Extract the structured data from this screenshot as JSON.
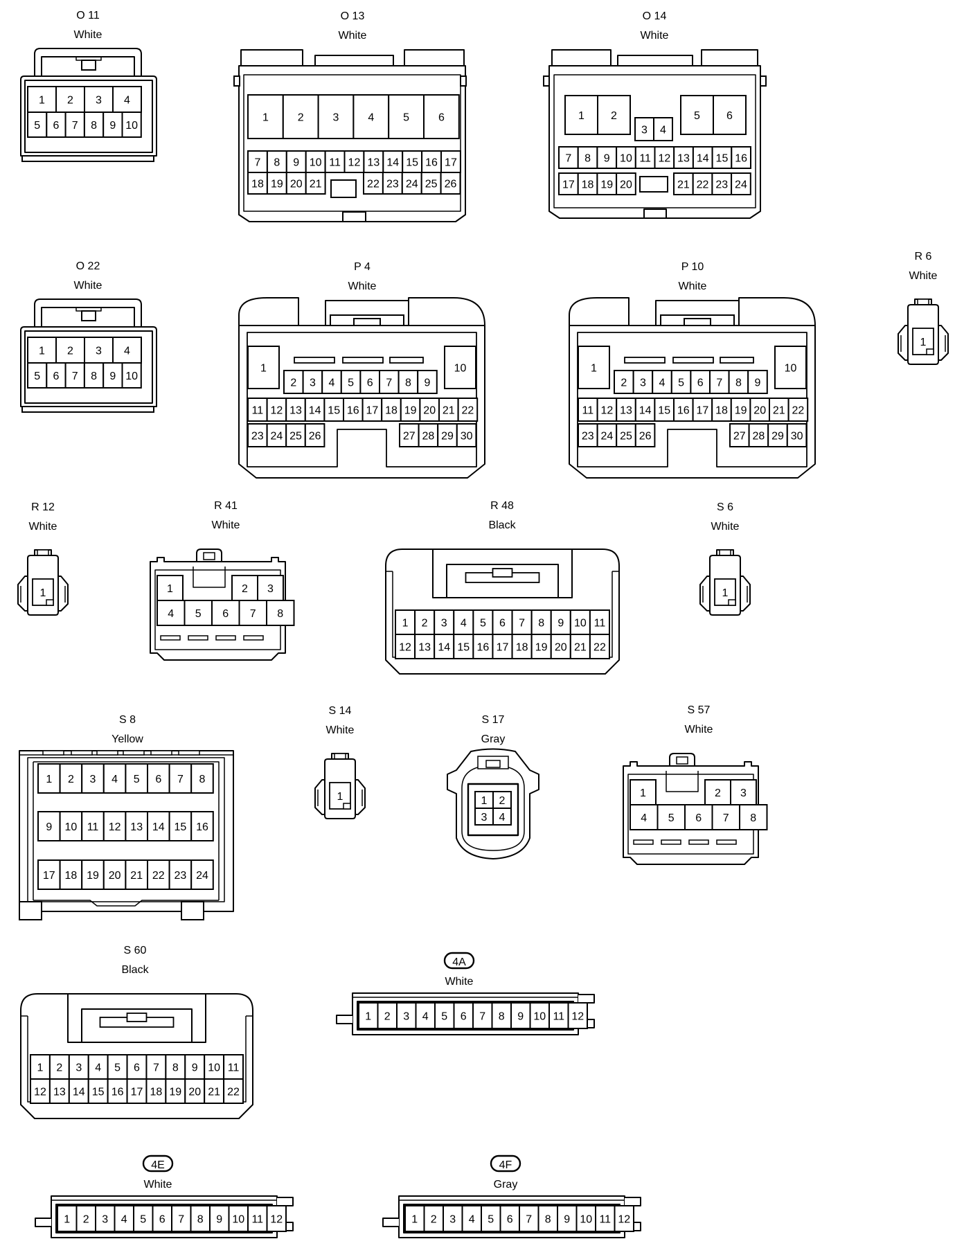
{
  "connectors": [
    {
      "name": "O 11",
      "color": "White",
      "pins": [
        "1",
        "2",
        "3",
        "4",
        "5",
        "6",
        "7",
        "8",
        "9",
        "10"
      ]
    },
    {
      "name": "O 13",
      "color": "White",
      "pins": [
        "1",
        "2",
        "3",
        "4",
        "5",
        "6",
        "7",
        "8",
        "9",
        "10",
        "11",
        "12",
        "13",
        "14",
        "15",
        "16",
        "17",
        "18",
        "19",
        "20",
        "21",
        "22",
        "23",
        "24",
        "25",
        "26"
      ]
    },
    {
      "name": "O 14",
      "color": "White",
      "pins": [
        "1",
        "2",
        "3",
        "4",
        "5",
        "6",
        "7",
        "8",
        "9",
        "10",
        "11",
        "12",
        "13",
        "14",
        "15",
        "16",
        "17",
        "18",
        "19",
        "20",
        "21",
        "22",
        "23",
        "24"
      ]
    },
    {
      "name": "O 22",
      "color": "White",
      "pins": [
        "1",
        "2",
        "3",
        "4",
        "5",
        "6",
        "7",
        "8",
        "9",
        "10"
      ]
    },
    {
      "name": "P 4",
      "color": "White",
      "pins": [
        "1",
        "2",
        "3",
        "4",
        "5",
        "6",
        "7",
        "8",
        "9",
        "10",
        "11",
        "12",
        "13",
        "14",
        "15",
        "16",
        "17",
        "18",
        "19",
        "20",
        "21",
        "22",
        "23",
        "24",
        "25",
        "26",
        "27",
        "28",
        "29",
        "30"
      ]
    },
    {
      "name": "P 10",
      "color": "White",
      "pins": [
        "1",
        "2",
        "3",
        "4",
        "5",
        "6",
        "7",
        "8",
        "9",
        "10",
        "11",
        "12",
        "13",
        "14",
        "15",
        "16",
        "17",
        "18",
        "19",
        "20",
        "21",
        "22",
        "23",
        "24",
        "25",
        "26",
        "27",
        "28",
        "29",
        "30"
      ]
    },
    {
      "name": "R 6",
      "color": "White",
      "pins": [
        "1"
      ]
    },
    {
      "name": "R 12",
      "color": "White",
      "pins": [
        "1"
      ]
    },
    {
      "name": "R 41",
      "color": "White",
      "pins": [
        "1",
        "2",
        "3",
        "4",
        "5",
        "6",
        "7",
        "8"
      ]
    },
    {
      "name": "R 48",
      "color": "Black",
      "pins": [
        "1",
        "2",
        "3",
        "4",
        "5",
        "6",
        "7",
        "8",
        "9",
        "10",
        "11",
        "12",
        "13",
        "14",
        "15",
        "16",
        "17",
        "18",
        "19",
        "20",
        "21",
        "22"
      ]
    },
    {
      "name": "S 6",
      "color": "White",
      "pins": [
        "1"
      ]
    },
    {
      "name": "S 8",
      "color": "Yellow",
      "pins": [
        "1",
        "2",
        "3",
        "4",
        "5",
        "6",
        "7",
        "8",
        "9",
        "10",
        "11",
        "12",
        "13",
        "14",
        "15",
        "16",
        "17",
        "18",
        "19",
        "20",
        "21",
        "22",
        "23",
        "24"
      ]
    },
    {
      "name": "S 14",
      "color": "White",
      "pins": [
        "1"
      ]
    },
    {
      "name": "S 17",
      "color": "Gray",
      "pins": [
        "1",
        "2",
        "3",
        "4"
      ]
    },
    {
      "name": "S 57",
      "color": "White",
      "pins": [
        "1",
        "2",
        "3",
        "4",
        "5",
        "6",
        "7",
        "8"
      ]
    },
    {
      "name": "S 60",
      "color": "Black",
      "pins": [
        "1",
        "2",
        "3",
        "4",
        "5",
        "6",
        "7",
        "8",
        "9",
        "10",
        "11",
        "12",
        "13",
        "14",
        "15",
        "16",
        "17",
        "18",
        "19",
        "20",
        "21",
        "22"
      ]
    },
    {
      "name": "4A",
      "color": "White",
      "pins": [
        "1",
        "2",
        "3",
        "4",
        "5",
        "6",
        "7",
        "8",
        "9",
        "10",
        "11",
        "12"
      ]
    },
    {
      "name": "4E",
      "color": "White",
      "pins": [
        "1",
        "2",
        "3",
        "4",
        "5",
        "6",
        "7",
        "8",
        "9",
        "10",
        "11",
        "12"
      ]
    },
    {
      "name": "4F",
      "color": "Gray",
      "pins": [
        "1",
        "2",
        "3",
        "4",
        "5",
        "6",
        "7",
        "8",
        "9",
        "10",
        "11",
        "12"
      ]
    }
  ]
}
